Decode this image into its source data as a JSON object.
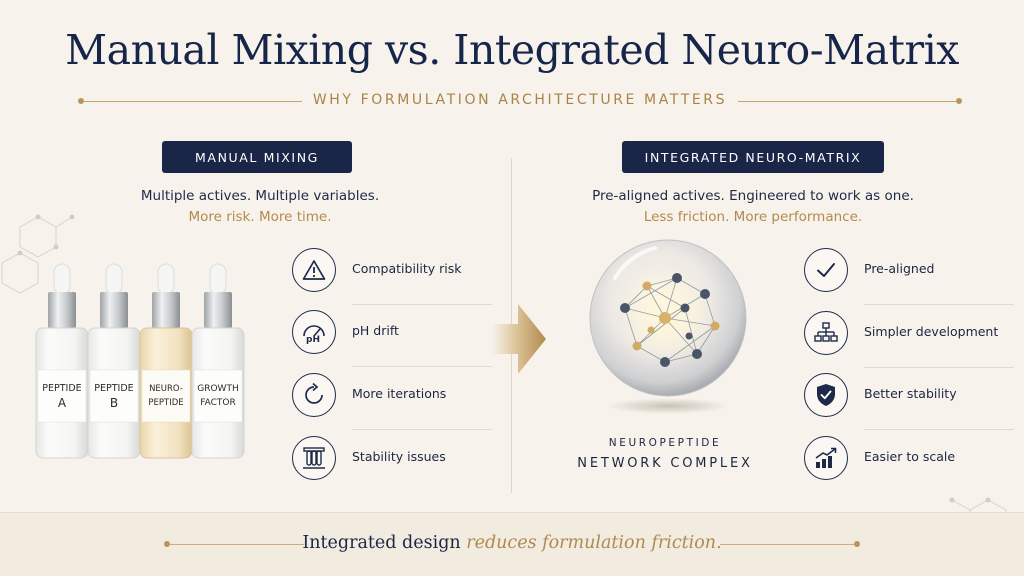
{
  "header": {
    "title": "Manual Mixing vs. Integrated Neuro-Matrix",
    "subtitle": "WHY FORMULATION ARCHITECTURE MATTERS"
  },
  "left_panel": {
    "heading": "MANUAL MIXING",
    "lead": "Multiple actives. Multiple variables.",
    "accent": "More risk. More time.",
    "bottles": [
      {
        "line1": "PEPTIDE",
        "line2": "A"
      },
      {
        "line1": "PEPTIDE",
        "line2": "B"
      },
      {
        "line1": "NEURO-",
        "line2": "PEPTIDE"
      },
      {
        "line1": "GROWTH",
        "line2": "FACTOR"
      }
    ],
    "features": [
      {
        "icon": "warning-icon",
        "label": "Compatibility risk"
      },
      {
        "icon": "ph-gauge-icon",
        "label": "pH drift",
        "icon_text": "pH"
      },
      {
        "icon": "refresh-icon",
        "label": "More iterations"
      },
      {
        "icon": "test-tubes-icon",
        "label": "Stability issues"
      }
    ]
  },
  "right_panel": {
    "heading": "INTEGRATED NEURO-MATRIX",
    "lead": "Pre-aligned actives. Engineered to work as one.",
    "accent": "Less friction. More performance.",
    "sphere_caption_small": "NEUROPEPTIDE",
    "sphere_caption_large": "NETWORK COMPLEX",
    "features": [
      {
        "icon": "checkmark-icon",
        "label": "Pre-aligned"
      },
      {
        "icon": "hierarchy-icon",
        "label": "Simpler development"
      },
      {
        "icon": "shield-check-icon",
        "label": "Better stability"
      },
      {
        "icon": "growth-chart-icon",
        "label": "Easier to scale"
      }
    ]
  },
  "footer": {
    "tagline_start": "Integrated design ",
    "tagline_emphasis": "reduces formulation friction."
  },
  "colors": {
    "navy": "#1a2647",
    "gold": "#b38a4c",
    "background": "#f7f3ec"
  }
}
